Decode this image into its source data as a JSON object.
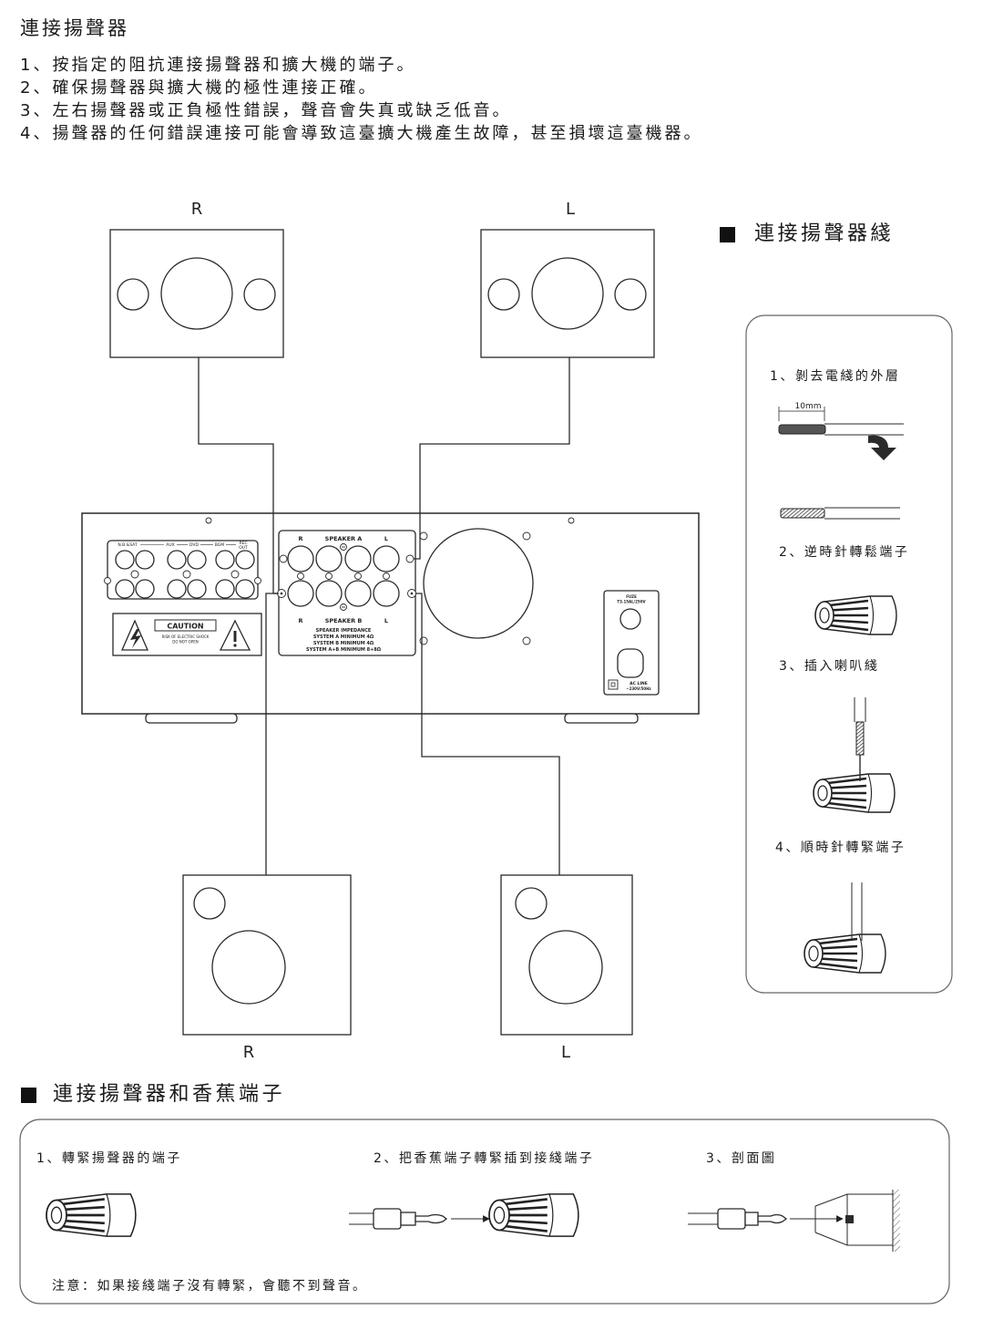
{
  "page": {
    "title": "連接揚聲器",
    "instructions": [
      "1、按指定的阻抗連接揚聲器和擴大機的端子。",
      "2、確保揚聲器與擴大機的極性連接正確。",
      "3、左右揚聲器或正負極性錯誤，聲音會失真或缺乏低音。",
      "4、揚聲器的任何錯誤連接可能會導致這臺擴大機產生故障，甚至損壞這臺機器。"
    ]
  },
  "layout_diagram": {
    "front_speakers": {
      "right_label": "R",
      "left_label": "L"
    },
    "rear_speakers": {
      "right_label": "R",
      "left_label": "L"
    },
    "amplifier": {
      "input_labels": [
        "N.B.&SAT",
        "AUX",
        "DVD",
        "BGM"
      ],
      "rec_out_lines": [
        "REC",
        "OUT"
      ],
      "caution_title": "CAUTION",
      "caution_lines": [
        "RISK OF ELECTRIC SHOCK",
        "DO NOT OPEN"
      ],
      "speaker_a": {
        "right": "R",
        "name": "SPEAKER A",
        "left": "L"
      },
      "speaker_b": {
        "right": "R",
        "name": "SPEAKER B",
        "left": "L"
      },
      "impedance_lines": [
        "SPEAKER IMPEDANCE",
        "SYSTEM A MINIMUM 4Ω",
        "SYSTEM B MINIMUM 4Ω",
        "SYSTEM A+B MINIMUM 8+8Ω"
      ],
      "fuse_lines": [
        "FUZE",
        "T3.15AL/250V"
      ],
      "ac_lines": [
        "AC LINE",
        "~230V/50Hz"
      ]
    }
  },
  "wire_section": {
    "heading": "連接揚聲器綫",
    "strip_length_label": "10mm",
    "steps": [
      "1、剝去電綫的外層",
      "2、逆時針轉鬆端子",
      "3、插入喇叭綫",
      "4、順時針轉緊端子"
    ]
  },
  "banana_section": {
    "heading": "連接揚聲器和香蕉端子",
    "steps": [
      "1、轉緊揚聲器的端子",
      "2、把香蕉端子轉緊插到接綫端子",
      "3、剖面圖"
    ],
    "note": "注意：如果接綫端子沒有轉緊，會聽不到聲音。"
  }
}
